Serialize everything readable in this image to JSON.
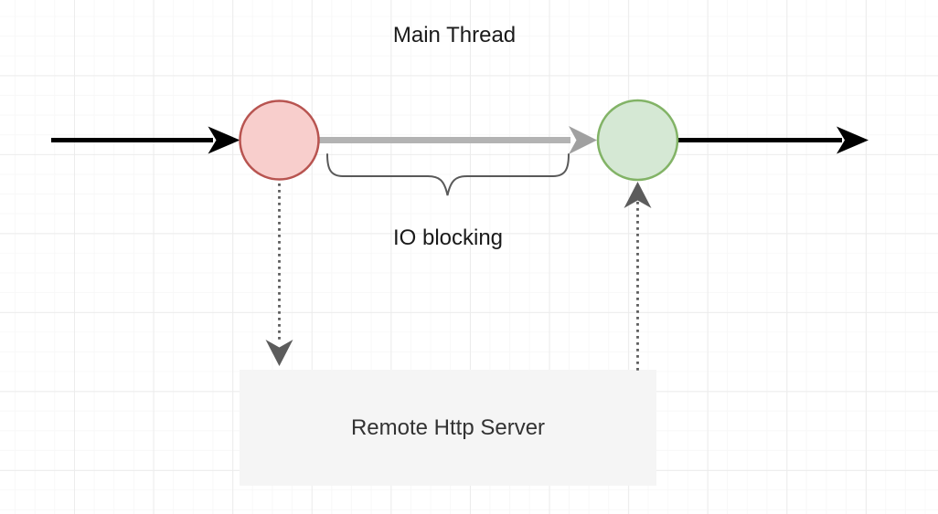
{
  "diagram": {
    "title": "Main Thread",
    "io_blocking_label": "IO blocking",
    "server_label": "Remote Http Server"
  },
  "colors": {
    "background": "#FFFFFF",
    "grid_minor": "#F8F8F8",
    "grid_major": "#ECECEC",
    "timeline_stroke": "#000000",
    "timeline_head_fill": "#000000",
    "blocking_segment_stroke": "#B3B3B3",
    "blocking_segment_head_fill": "#A0A0A0",
    "brace_stroke": "#595959",
    "dotted_connector_stroke": "#5C5C5C",
    "dotted_connector_head_fill": "#5C5C5C",
    "start_node_fill": "#F8CECC",
    "start_node_stroke": "#B85450",
    "end_node_fill": "#D5E8D4",
    "end_node_stroke": "#82B366",
    "server_box_fill": "#F5F5F5"
  }
}
